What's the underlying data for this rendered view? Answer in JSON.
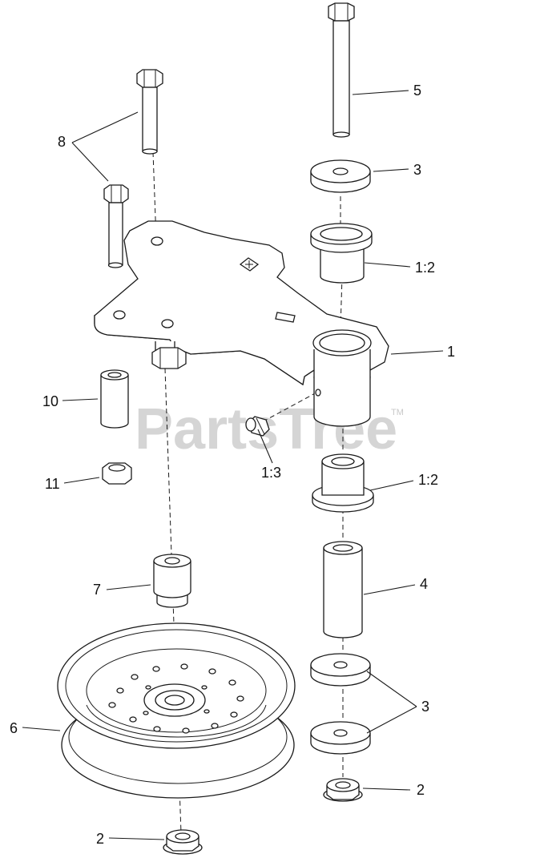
{
  "watermark": {
    "text": "PartsTree",
    "tm": "TM"
  },
  "callouts": {
    "c5": "5",
    "c3_top": "3",
    "c1_2_top": "1:2",
    "c1": "1",
    "c8": "8",
    "c10": "10",
    "c1_3": "1:3",
    "c11": "11",
    "c1_2_bottom": "1:2",
    "c4": "4",
    "c7": "7",
    "c3_bottom": "3",
    "c6": "6",
    "c2_right": "2",
    "c2_left": "2"
  }
}
